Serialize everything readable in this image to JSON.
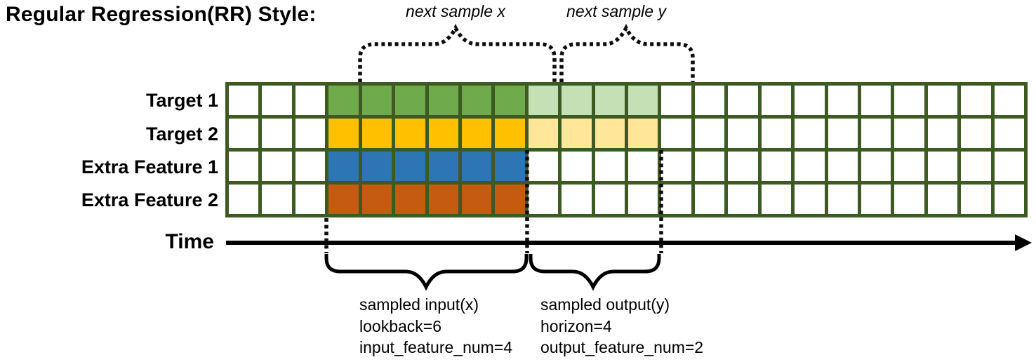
{
  "title": "Regular Regression(RR) Style:",
  "row_labels": [
    "Target 1",
    "Target 2",
    "Extra Feature 1",
    "Extra Feature 2"
  ],
  "time_label": "Time",
  "annotations": {
    "next_sample_x": "next sample x",
    "next_sample_y": "next sample y",
    "input_lines": [
      "sampled input(x)",
      "lookback=6",
      "input_feature_num=4"
    ],
    "output_lines": [
      "sampled output(y)",
      "horizon=4",
      "output_feature_num=2"
    ]
  },
  "grid": {
    "columns": 24,
    "rows": 4,
    "empty_leading_columns": 3,
    "lookback": 6,
    "horizon": 4,
    "input_feature_num": 4,
    "output_feature_num": 2,
    "border_color": "#3e5a23",
    "cell_color": "#ffffff",
    "row_input_colors": [
      "#6fab4c",
      "#ffc000",
      "#2e75b6",
      "#c55a11"
    ],
    "row_output_colors": [
      "#c5e0b4",
      "#ffe699",
      null,
      null
    ]
  },
  "colors": {
    "ink": "#000000"
  }
}
